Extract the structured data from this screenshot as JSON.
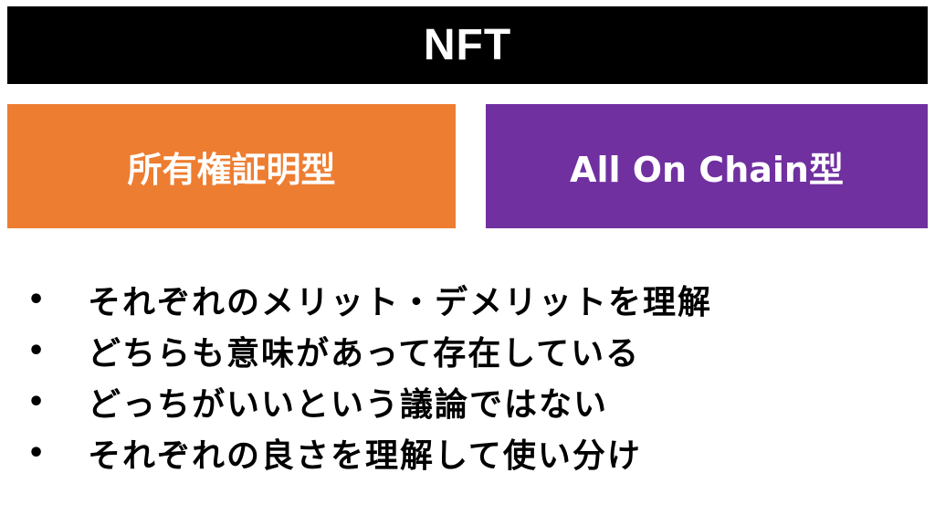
{
  "title": "NFT",
  "boxes": {
    "left": {
      "label": "所有権証明型",
      "color": "#ED7D31"
    },
    "right": {
      "label": "All On Chain型",
      "color": "#7030A0"
    }
  },
  "bullet_symbol": "•",
  "bullets": [
    "それぞれのメリット・デメリットを理解",
    "どちらも意味があって存在している",
    "どっちがいいという議論ではない",
    "それぞれの良さを理解して使い分け"
  ]
}
